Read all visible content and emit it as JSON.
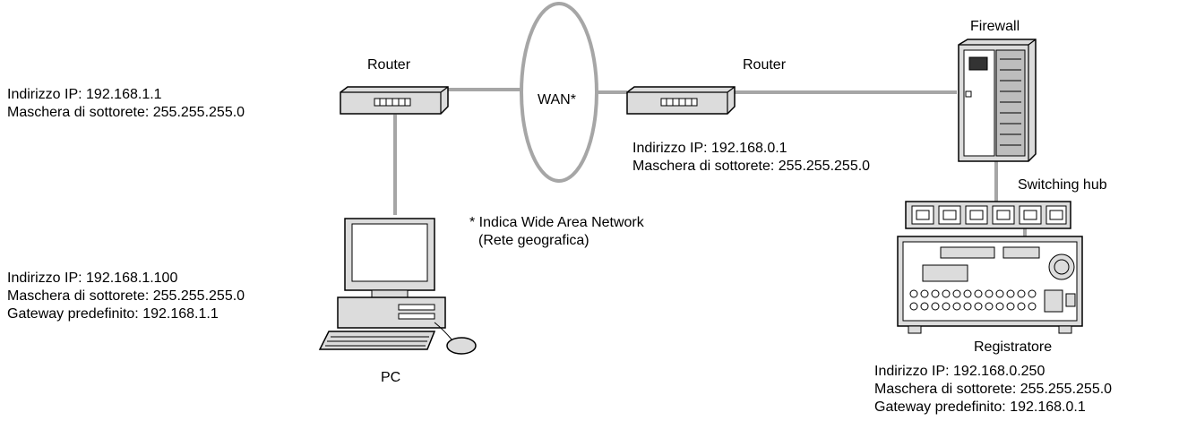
{
  "router_left": {
    "label": "Router",
    "ip": "Indirizzo IP: 192.168.1.1",
    "mask": "Maschera di sottorete: 255.255.255.0"
  },
  "wan": {
    "label": "WAN*",
    "note_line1": "* Indica Wide Area Network",
    "note_line2": "(Rete geografica)"
  },
  "router_right": {
    "label": "Router",
    "ip": "Indirizzo IP: 192.168.0.1",
    "mask": "Maschera di sottorete: 255.255.255.0"
  },
  "firewall": {
    "label": "Firewall"
  },
  "switching_hub": {
    "label": "Switching hub"
  },
  "pc": {
    "label": "PC",
    "ip": "Indirizzo IP: 192.168.1.100",
    "mask": "Maschera di sottorete: 255.255.255.0",
    "gateway": "Gateway predefinito: 192.168.1.1"
  },
  "recorder": {
    "label": "Registratore",
    "ip": "Indirizzo IP: 192.168.0.250",
    "mask": "Maschera di sottorete: 255.255.255.0",
    "gateway": "Gateway predefinito: 192.168.0.1"
  },
  "colors": {
    "line": "#a6a6a6",
    "device_fill": "#dcdcdc",
    "stroke": "#000000"
  }
}
